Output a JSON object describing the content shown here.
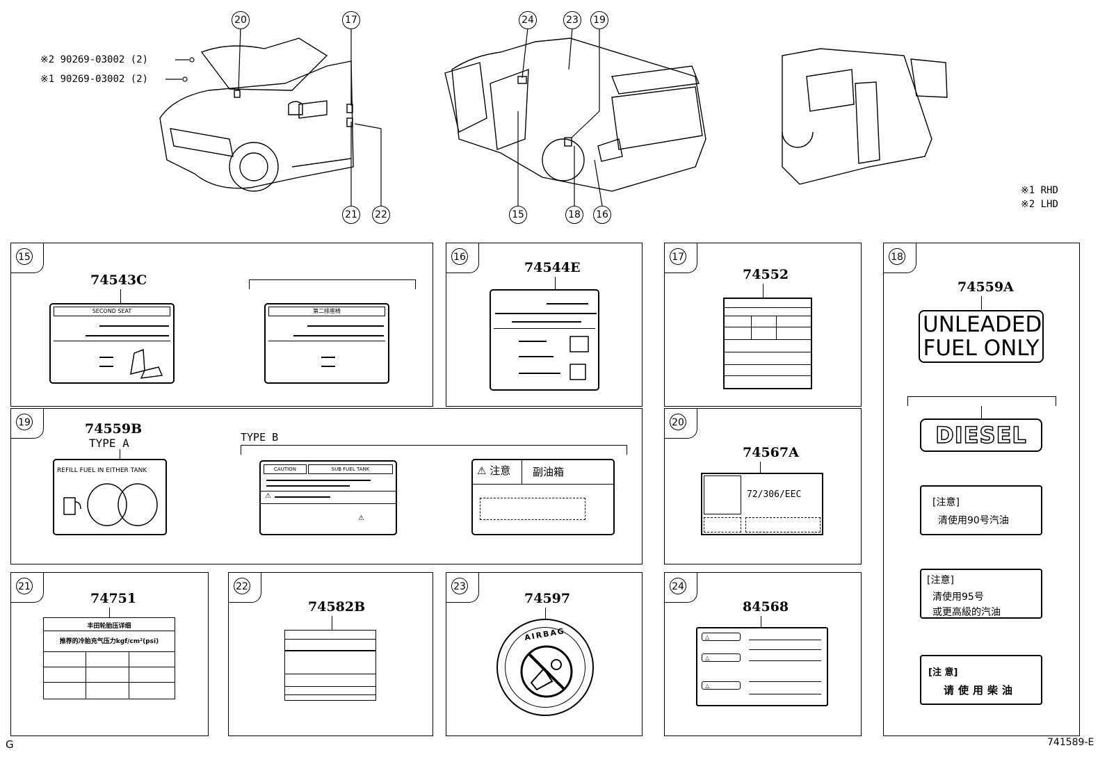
{
  "notes": {
    "lhd_part": "※2 90269-03002 (2)",
    "rhd_part": "※1 90269-03002 (2)",
    "legend_rhd": "※1 RHD",
    "legend_lhd": "※2 LHD"
  },
  "callouts": [
    "20",
    "17",
    "24",
    "23",
    "19",
    "21",
    "22",
    "15",
    "18",
    "16"
  ],
  "panels": {
    "p15": {
      "num": "15",
      "part": "74543C",
      "seat_label": "SECOND SEAT",
      "seat_label_cn": "第二排座椅"
    },
    "p16": {
      "num": "16",
      "part": "74544E"
    },
    "p17": {
      "num": "17",
      "part": "74552"
    },
    "p18": {
      "num": "18",
      "part": "74559A",
      "unleaded": "UNLEADED\nFUEL ONLY",
      "diesel": "DIESEL",
      "cn90_title": "[注意]",
      "cn90_text": "清使用90号汽油",
      "cn95_title": "[注意]",
      "cn95_text1": "清使用95号",
      "cn95_text2": "或更高級的汽油",
      "cnd_title": "[注 意]",
      "cnd_text": "请使用柴油"
    },
    "p19": {
      "num": "19",
      "part": "74559B",
      "type_a": "TYPE A",
      "type_b": "TYPE B",
      "refill": "REFILL FUEL IN EITHER TANK",
      "caution": "CAUTION",
      "sub_tank": "SUB FUEL TANK",
      "cn_caution": "注意",
      "cn_sub": "副油箱"
    },
    "p20": {
      "num": "20",
      "part": "74567A",
      "eec": "72/306/EEC"
    },
    "p21": {
      "num": "21",
      "part": "74751",
      "title_cn": "丰田轮胎压详细",
      "sub_cn": "推荐的冷胎充气压力kgf/cm²(psi)"
    },
    "p22": {
      "num": "22",
      "part": "74582B"
    },
    "p23": {
      "num": "23",
      "part": "74597",
      "airbag": "AIRBAG"
    },
    "p24": {
      "num": "24",
      "part": "84568"
    }
  },
  "footer": {
    "left": "G",
    "right": "741589-E"
  }
}
